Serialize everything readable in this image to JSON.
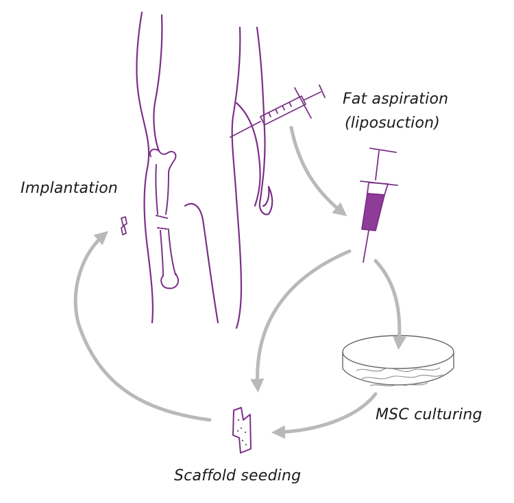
{
  "labels": {
    "fat_aspiration_line1": "Fat aspiration",
    "fat_aspiration_line2": "(liposuction)",
    "implantation": "Implantation",
    "msc_culturing": "MSC culturing",
    "scaffold_seeding": "Scaffold seeding"
  },
  "colors": {
    "outline": "#7a2f86",
    "syringe_fill": "#8e3c98",
    "arrow": "#b9b9b9",
    "ink": "#555555",
    "text": "#1a1a1a"
  }
}
